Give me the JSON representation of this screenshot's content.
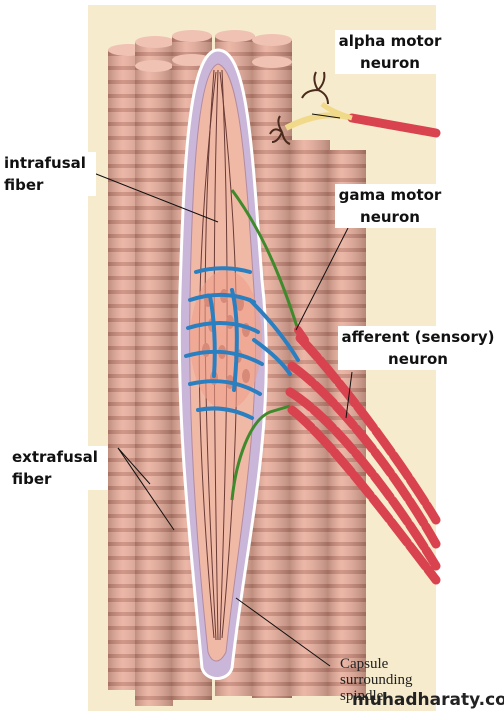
{
  "labels": {
    "alpha": [
      "alpha motor",
      "neuron"
    ],
    "intrafusal": [
      "intrafusal",
      "fiber"
    ],
    "gama": [
      "gama motor",
      "neuron"
    ],
    "afferent": [
      "afferent (sensory)",
      "neuron"
    ],
    "extrafusal": [
      "extrafusal",
      "fiber"
    ]
  },
  "caption": [
    "Capsule",
    "surrounding",
    "spindle"
  ],
  "watermark": "muhadharaty.com",
  "colors": {
    "background": "#f6ebcc",
    "muscle_fiber": "#e6a896",
    "capsule": "#c9b6d8",
    "afferent_nerve": "#2a7fc0",
    "gamma_nerve": "#3f8a2c",
    "motor_axon": "#d9434f"
  }
}
